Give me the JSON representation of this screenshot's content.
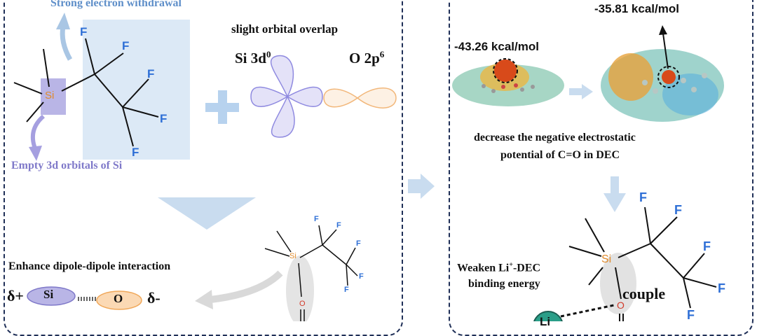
{
  "left": {
    "strong_withdrawal": "Strong electron withdrawal",
    "empty_3d": "Empty 3d orbitals of Si",
    "overlap": "slight orbital overlap",
    "si_orbital": "Si 3d",
    "si_sup": "0",
    "o_orbital": "O 2p",
    "o_sup": "6",
    "dipole_title": "Enhance dipole-dipole interaction",
    "delta_plus": "δ+",
    "delta_minus": "δ-",
    "si_pill": "Si",
    "o_pill": "O",
    "atom_si": "Si",
    "atom_f": "F",
    "atom_o": "O"
  },
  "right": {
    "energy_1": "-43.26 kcal/mol",
    "energy_2": "-35.81 kcal/mol",
    "decrease_1": "decrease the negative electrostatic",
    "decrease_2": "potential of C=O in DEC",
    "weaken_1": "Weaken Li",
    "weaken_sup": "+",
    "weaken_2": "-DEC",
    "weaken_3": "binding energy",
    "couple": "couple",
    "li": "Li",
    "atom_si": "Si",
    "atom_f": "F",
    "atom_o": "O"
  },
  "colors": {
    "border": "#1f2f57",
    "arrow_light": "#c9dcef",
    "box_fill": "#dce9f6",
    "si_orange": "#e08a2a",
    "f_blue": "#2e6fd6",
    "o_red": "#d23a2a",
    "purple": "#7f79c9",
    "pill_purple": "#b9b5e6",
    "pill_orange": "#fbd9b4"
  }
}
